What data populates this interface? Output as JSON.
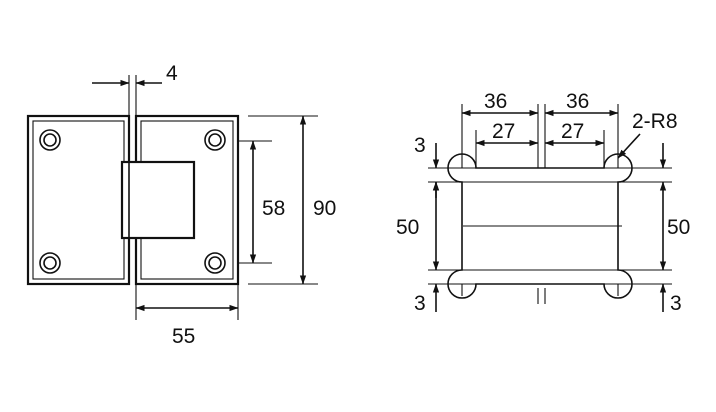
{
  "left_view": {
    "gap": "4",
    "hinge_height": "58",
    "overall_height": "90",
    "plate_width": "55"
  },
  "right_view": {
    "outer_width_left": "36",
    "outer_width_right": "36",
    "inner_width_left": "27",
    "inner_width_right": "27",
    "radius_note": "2-R8",
    "offset_top": "3",
    "offset_bottom_left": "3",
    "offset_bottom_right": "3",
    "height_left": "50",
    "height_right": "50"
  }
}
